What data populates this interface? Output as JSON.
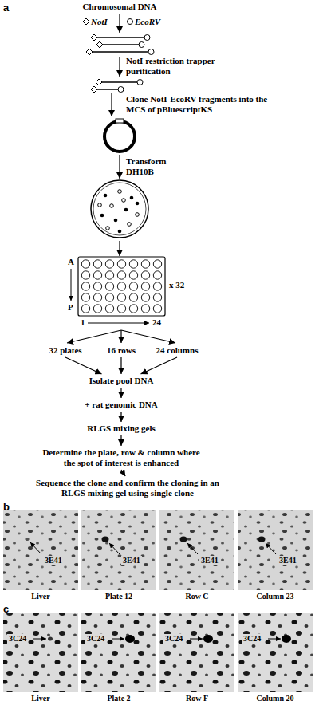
{
  "diagram": {
    "nodes": [
      {
        "text": [
          "32 plates"
        ]
      },
      {
        "text": [
          "16 rows"
        ]
      },
      {
        "text": [
          "24 columns"
        ]
      },
      {
        "text": [
          "Isolate pool DNA"
        ]
      },
      {
        "text": [
          "+ rat genomic DNA"
        ]
      },
      {
        "text": [
          "RLGS mixing gels"
        ]
      },
      {
        "text": [
          "Determine the plate, row & column where the spot of interest is enhanced"
        ]
      },
      {
        "text": [
          "Sequence the clone and confirm the cloning in an RLGS mixing gel using single clone"
        ]
      },
      {
        "text": [
          "3E41",
          "Liver"
        ]
      },
      {
        "text": [
          "3E41",
          "Plate 12"
        ]
      },
      {
        "text": [
          "3E41",
          "Row C"
        ]
      },
      {
        "text": [
          "3E41",
          "Column 23"
        ]
      },
      {
        "text": [
          "3C24",
          "Liver"
        ]
      },
      {
        "text": [
          "3C24",
          "Plate 2"
        ]
      },
      {
        "text": [
          "3C24",
          "Row F"
        ]
      },
      {
        "text": [
          "3C24",
          "Column 20"
        ]
      }
    ],
    "edges": [
      {
        "from": 0,
        "to": 3,
        "arrow": "to"
      },
      {
        "from": 1,
        "to": 3,
        "arrow": "to"
      },
      {
        "from": 2,
        "to": 3,
        "arrow": "to"
      },
      {
        "from": 3,
        "to": 4,
        "arrow": "to"
      },
      {
        "from": 4,
        "to": 5,
        "arrow": "to"
      },
      {
        "from": 5,
        "to": 6,
        "arrow": "to"
      },
      {
        "from": 6,
        "to": 7,
        "arrow": "to"
      }
    ],
    "labels": [
      "a",
      "Chromosomal DNA",
      "NotI",
      "EcoRV",
      "NotI restriction trapper purification",
      "Clone NotI-EcoRV fragments into the MCS of pBluescriptKS",
      "Transform DH10B",
      "A",
      "x 32",
      "P",
      "1",
      "24",
      "b",
      "c"
    ]
  }
}
